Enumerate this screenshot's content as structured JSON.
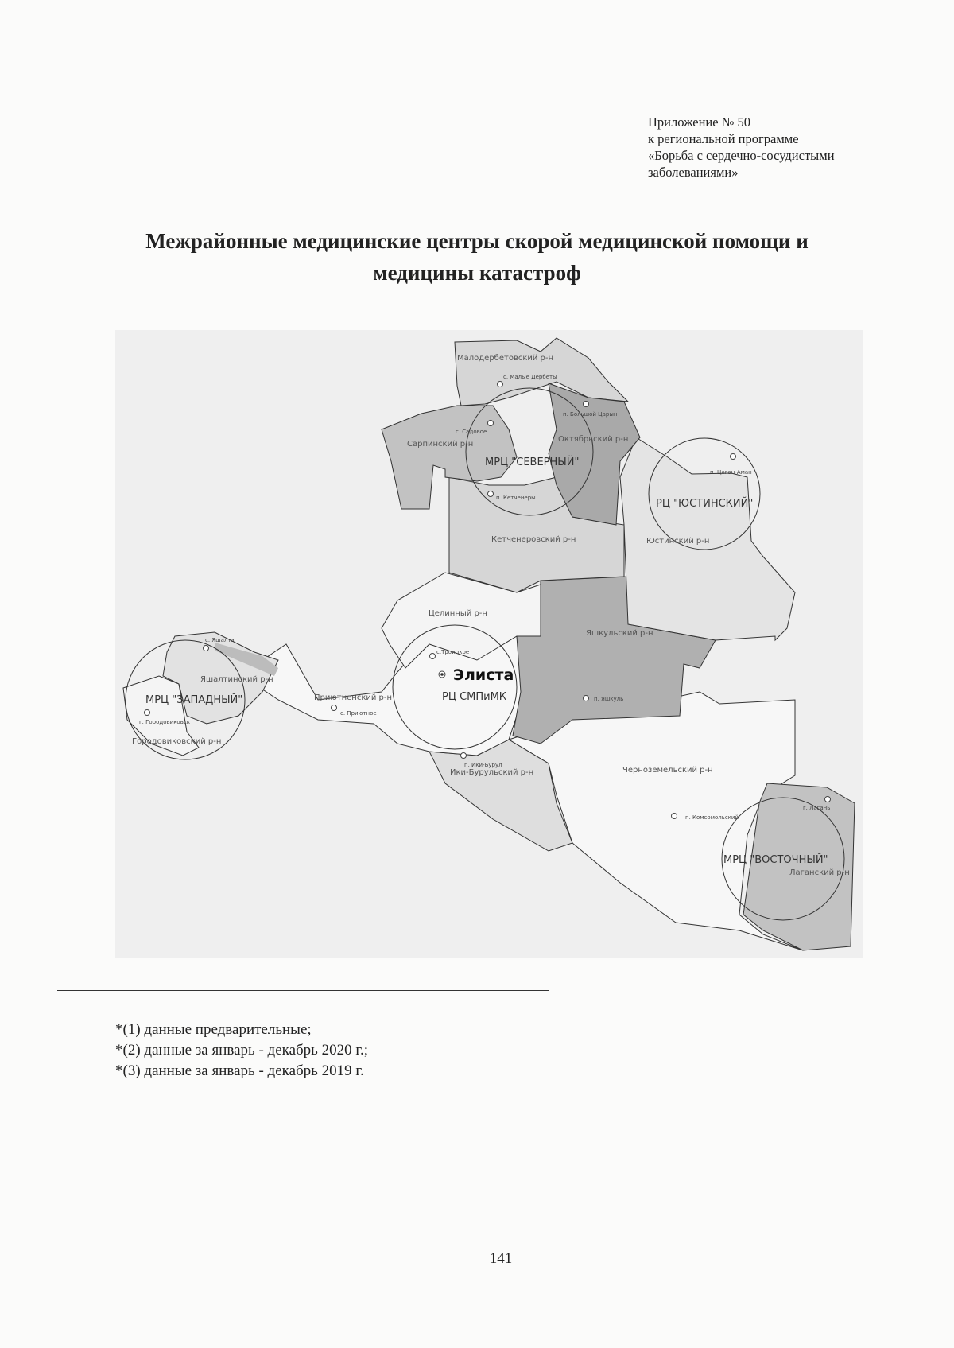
{
  "annex": {
    "lines": [
      "Приложение № 50",
      "к региональной программе",
      "«Борьба с сердечно-сосудистыми",
      "заболеваниями»"
    ]
  },
  "title": {
    "line1": "Межрайонные медицинские центры скорой медицинской помощи и",
    "line2": "медицины катастроф"
  },
  "map": {
    "districts": {
      "malodербetovsky": "Малодербетовский р-н",
      "sarpinsky": "Сарпинский р-н",
      "oktyabrsky": "Октябрьский р-н",
      "ketchenerovsky": "Кетченеровский р-н",
      "yustinsky": "Юстинский р-н",
      "tselinny": "Целинный р-н",
      "yashkulsky": "Яшкульский р-н",
      "yashaltinsky": "Яшалтинский р-н",
      "gorodovikovsky": "Городовиковский р-н",
      "priyutnensky": "Приютненский р-н",
      "iki_burulsky": "Ики-Бурульский р-н",
      "chernozemelsky": "Черноземельский р-н",
      "lagansky": "Лаганский р-н"
    },
    "settlements": {
      "malye_derbety": "с. Малые Дербеты",
      "sadovoe": "с. Садовое",
      "bolshoy_tsaryn": "п. Большой Царын",
      "ketchenery": "п. Кетченеры",
      "tsagan_aman": "п. Цаган-Аман",
      "yashalta": "с. Яшалта",
      "gorodovikovsk": "г. Городовиковск",
      "priyutnoe": "с. Приютное",
      "troitskoe": "с.Троицкое",
      "elista": "Элиста",
      "yashkul": "п. Яшкуль",
      "iki_burul": "п. Ики-Бурул",
      "komsomolsky": "п. Комсомольский",
      "lagan": "г. Лагань"
    },
    "centers": {
      "severny": "МРЦ \"СЕВЕРНЫЙ\"",
      "yustinsky": "РЦ \"ЮСТИНСКИЙ\"",
      "zapadny": "МРЦ \"ЗАПАДНЫЙ\"",
      "elista": "РЦ СМПиМК",
      "vostochny": "МРЦ \"ВОСТОЧНЫЙ\""
    },
    "colors": {
      "background": "#efefef",
      "dark": "#a9a9a9",
      "medium": "#c2c2c2",
      "light": "#d6d6d6",
      "pale": "#e4e4e4",
      "white": "#f7f7f7"
    }
  },
  "footnotes": [
    "*(1) данные предварительные;",
    "*(2) данные за январь - декабрь 2020 г.;",
    "*(3) данные за январь - декабрь 2019 г."
  ],
  "page_number": "141"
}
